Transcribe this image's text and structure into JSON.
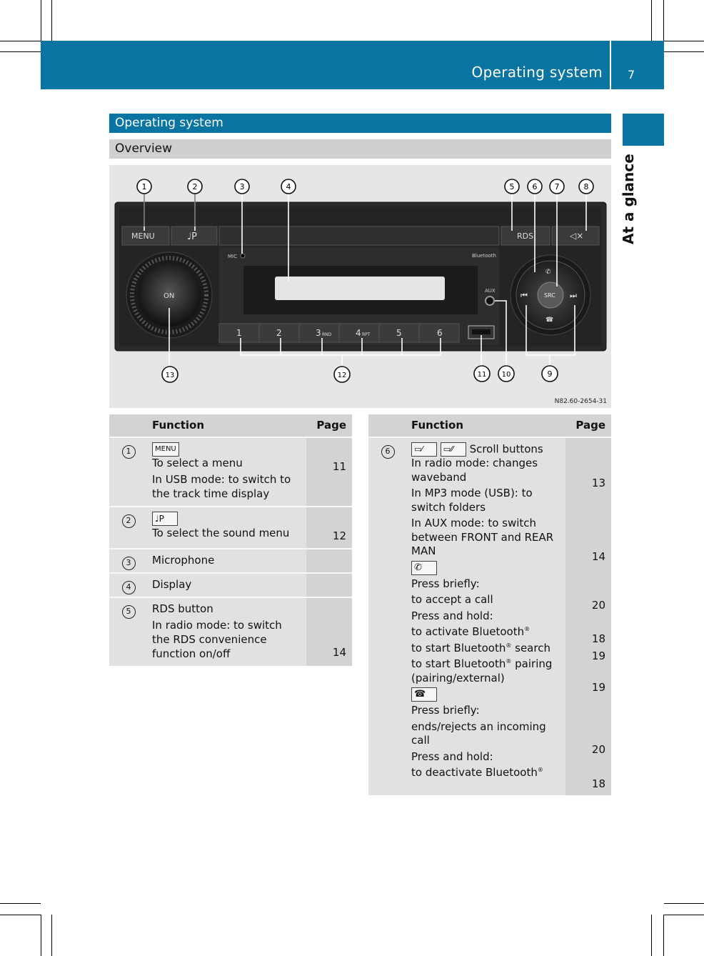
{
  "header": {
    "title": "Operating system",
    "page_number": "7"
  },
  "side_tab": {
    "text": "At a glance"
  },
  "section": {
    "title": "Operating system",
    "subtitle": "Overview"
  },
  "figure": {
    "code": "N82.60-2654-31",
    "callouts": [
      "1",
      "2",
      "3",
      "4",
      "5",
      "6",
      "7",
      "8",
      "9",
      "10",
      "11",
      "12",
      "13"
    ],
    "labels": {
      "menu": "MENU",
      "rds": "RDS",
      "mic": "MIC",
      "bluetooth": "Bluetooth",
      "on": "ON",
      "aux": "AUX",
      "src": "SRC",
      "presets": [
        "1",
        "2",
        "3",
        "4",
        "5",
        "6"
      ],
      "rnd": "RND",
      "rpt": "RPT"
    }
  },
  "colors": {
    "brand_blue": "#0a74a3",
    "grey_bar": "#cfcfcf",
    "table_bg": "#e1e1e1"
  },
  "left_table": {
    "headers": {
      "function": "Function",
      "page": "Page"
    },
    "rows": [
      {
        "num": "1",
        "key": "MENU",
        "lines": [
          "To select a menu",
          "In USB mode: to switch to the track time display"
        ],
        "pages": [
          "11",
          ""
        ]
      },
      {
        "num": "2",
        "key_icon": "sound-icon",
        "lines": [
          "To select the sound menu"
        ],
        "pages": [
          "12"
        ]
      },
      {
        "num": "3",
        "lines": [
          "Microphone"
        ],
        "pages": [
          ""
        ]
      },
      {
        "num": "4",
        "lines": [
          "Display"
        ],
        "pages": [
          ""
        ]
      },
      {
        "num": "5",
        "lines": [
          "RDS button",
          "In radio mode: to switch the RDS convenience function on/off"
        ],
        "pages": [
          "",
          "14"
        ]
      }
    ]
  },
  "right_table": {
    "headers": {
      "function": "Function",
      "page": "Page"
    },
    "num": "6",
    "scroll_label": "Scroll buttons",
    "radio": "In radio mode: changes waveband",
    "radio_page": "13",
    "mp3": "In MP3 mode (USB): to switch folders",
    "aux": "In AUX mode: to switch between FRONT and REAR MAN",
    "aux_page": "14",
    "press_briefly": "Press briefly:",
    "accept": "to accept a call",
    "accept_page": "20",
    "press_hold": "Press and hold:",
    "activate_bt": "to activate Bluetooth",
    "activate_page": "18",
    "search_bt": "to start Bluetooth",
    "search_suffix": "search",
    "search_page": "19",
    "pair_bt": "to start Bluetooth",
    "pair_suffix": "pairing (pairing/external)",
    "pair_page": "19",
    "press_briefly2": "Press briefly:",
    "ends": "ends/rejects an incoming call",
    "ends_page": "20",
    "press_hold2": "Press and hold:",
    "deactivate_bt": "to deactivate Bluetooth",
    "deactivate_page": "18",
    "reg": "®"
  }
}
